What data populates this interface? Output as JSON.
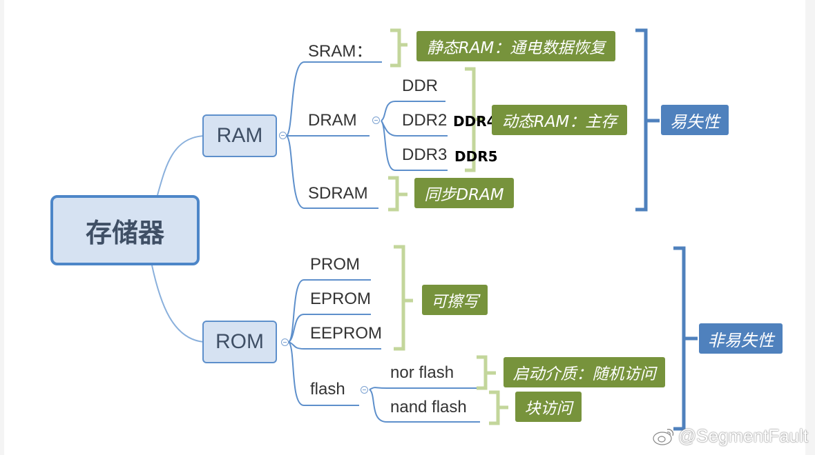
{
  "root": {
    "label": "存储器"
  },
  "ram": {
    "label": "RAM",
    "sram": {
      "label": "SRAM：",
      "note": "静态RAM：通电数据恢复"
    },
    "dram": {
      "label": "DRAM",
      "items": [
        "DDR",
        "DDR2",
        "DDR3"
      ],
      "extra": [
        "DDR4",
        "DDR5"
      ],
      "note": "动态RAM：主存"
    },
    "sdram": {
      "label": "SDRAM",
      "note": "同步DRAM"
    },
    "group_note": "易失性"
  },
  "rom": {
    "label": "ROM",
    "items": [
      "PROM",
      "EPROM",
      "EEPROM"
    ],
    "items_note": "可擦写",
    "flash": {
      "label": "flash",
      "nor": {
        "label": "nor flash",
        "note": "启动介质：随机访问"
      },
      "nand": {
        "label": "nand flash",
        "note": "块访问"
      }
    },
    "group_note": "非易失性"
  },
  "watermark": {
    "text": "@SegmentFault"
  },
  "colors": {
    "node_fill": "#d6e2f2",
    "node_border": "#4d86c8",
    "note_green": "#77933c",
    "note_blue": "#4f81bd",
    "bracket_green": "#c3d69b",
    "bracket_blue": "#4f81bd",
    "line": "#5d8fcb"
  }
}
